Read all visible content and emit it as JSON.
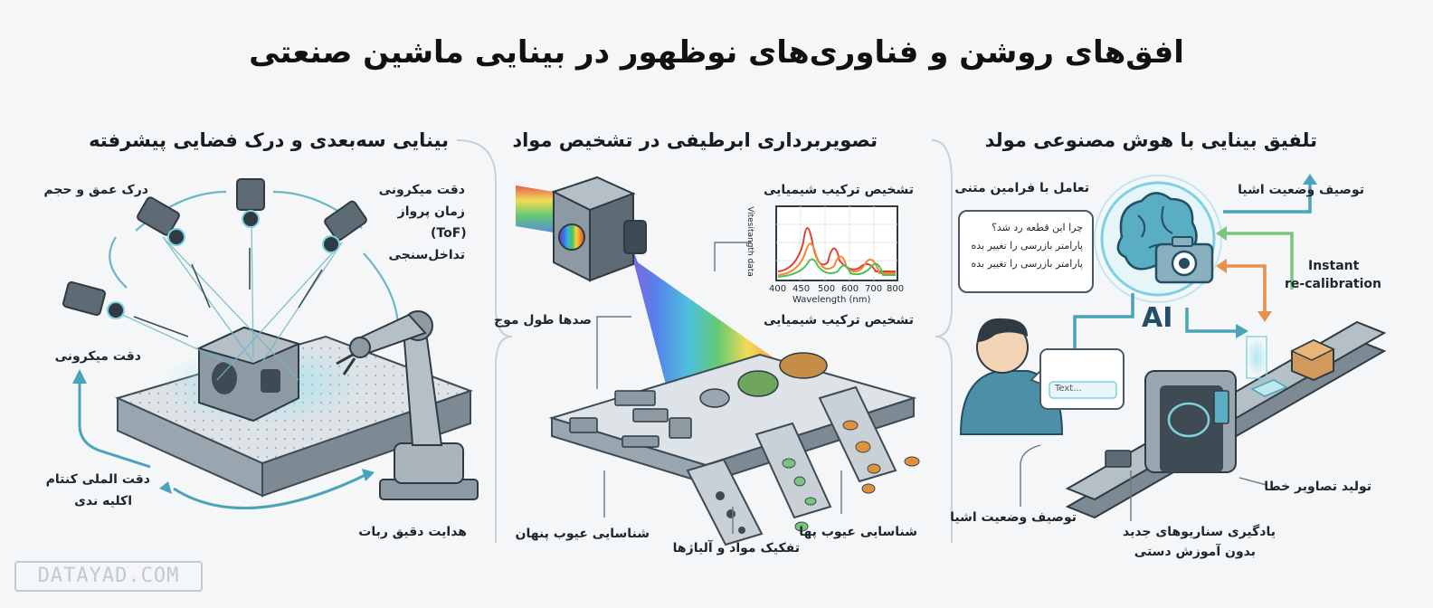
{
  "title": "افق‌های روشن و فناوری‌های نوظهور در بینایی ماشین صنعتی",
  "watermark": "DATAYAD.COM",
  "colors": {
    "accent_blue": "#4aa3b8",
    "accent_orange": "#e8914a",
    "accent_green": "#7bc47f",
    "panel": "#d7dde2"
  },
  "panels": {
    "three_d": {
      "title": "بینایی سه‌بعدی و درک فضایی پیشرفته",
      "labels": {
        "depth_volume": "درک عمق و حجم",
        "micron_top": "دقت میکرونی",
        "tof_1": "زمان پرواز",
        "tof_2": "(ToF)",
        "interferometry": "تداخل‌سنجی",
        "micron_left": "دقت میکرونی",
        "garbled_1": "دقت الملی کنتام",
        "garbled_2": "اکلیه ندی",
        "robot_guidance": "هدایت دقیق ربات"
      }
    },
    "hyperspectral": {
      "title": "تصویربرداری ابرطیفی در تشخیص مواد",
      "labels": {
        "chem_top": "تشخیص ترکیب شیمیایی",
        "chem_mid": "تشخیص ترکیب شیمیایی",
        "wavelengths": "صدها طول موج",
        "hidden_defects": "شناسایی عیوب پنهان",
        "separation": "تفکیک مواد و آلیاژها",
        "defect_right": "شناسایی عیوب پها"
      },
      "chart": {
        "ylabel": "Vitesitangth data",
        "xlabel": "Wavelength (nm)",
        "ticks": [
          "400",
          "450",
          "500",
          "600",
          "700",
          "800"
        ]
      }
    },
    "gen_ai": {
      "title": "تلفیق بینایی با هوش مصنوعی مولد",
      "labels": {
        "text_interaction": "تعامل با فرامین متنی",
        "object_desc_top": "توصیف وضعیت اشیا",
        "recal_1": "Instant",
        "recal_2": "re-calibration",
        "ai": "AI",
        "object_desc_bottom": "توصیف وضعیت اشیا",
        "defect_images": "تولید تصاویر خطا",
        "learn_1": "یادگیری سناریوهای جدید",
        "learn_2": "بدون آموزش دستی",
        "input_text": "Text..."
      },
      "bubble_lines": [
        "چرا این قطعه رد شد؟",
        "پارامتر بازرسی را تغییر بده",
        "پارامتر بازرسی را تغییر بده"
      ]
    }
  }
}
